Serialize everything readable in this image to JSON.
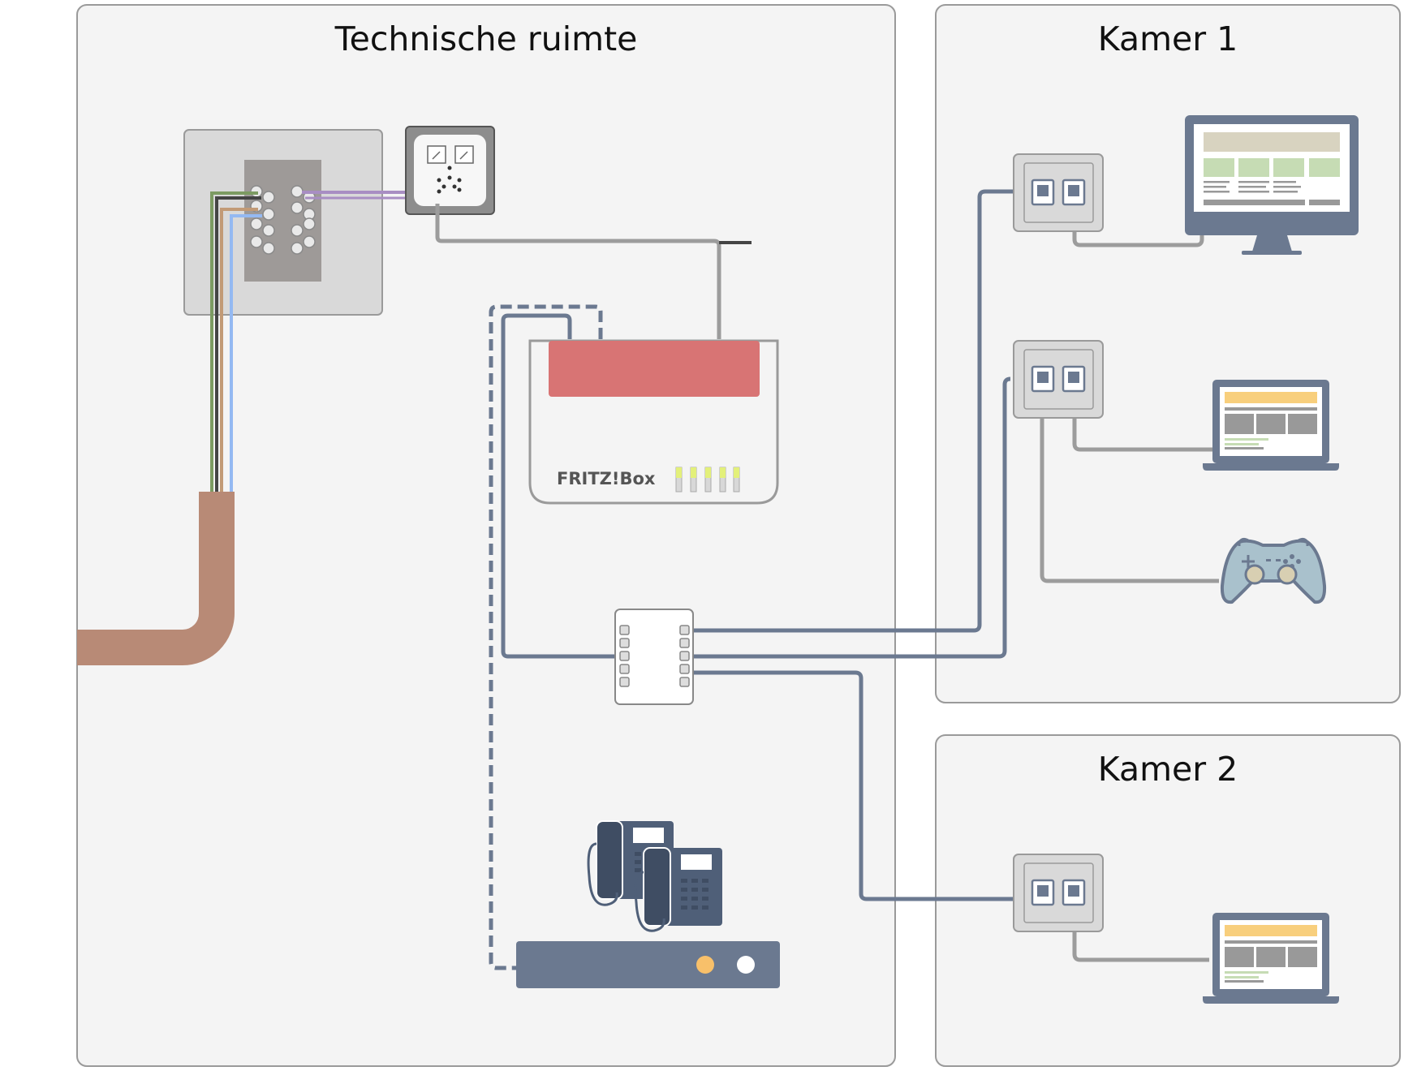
{
  "rooms": {
    "technical": {
      "title": "Technische ruimte"
    },
    "room1": {
      "title": "Kamer 1"
    },
    "room2": {
      "title": "Kamer 2"
    }
  },
  "router": {
    "brand": "FRITZ!Box"
  },
  "colors": {
    "room_background": "#f4f4f4",
    "room_border": "#9a9a9a",
    "router_top": "#d87474",
    "ethernet_cable": "#6b7990",
    "phone_cable": "#9c9c9c",
    "main_cable": "#b88a76",
    "device_dark": "#6b7990",
    "screen_accent": "#f8cf7d",
    "console_body": "#a9c1cc"
  },
  "icons": [
    "connection-box-icon",
    "phone-socket-icon",
    "router-icon",
    "ethernet-switch-icon",
    "network-wall-socket-icon",
    "monitor-icon",
    "laptop-icon",
    "gamepad-icon",
    "desk-phone-icon",
    "telephone-base-station-icon"
  ]
}
